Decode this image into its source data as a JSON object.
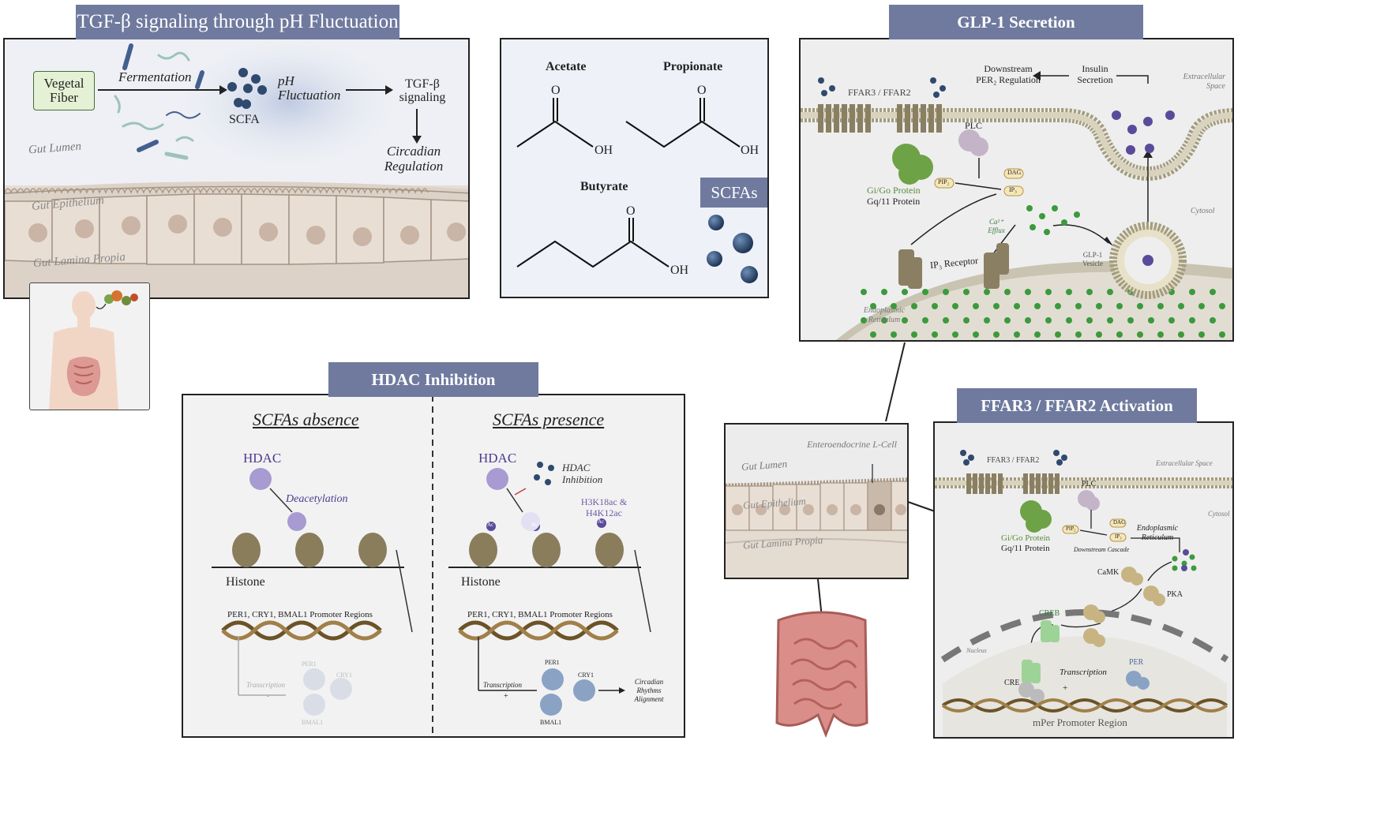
{
  "tgf": {
    "title": "TGF-β signaling through pH Fluctuation",
    "fiber": "Vegetal Fiber",
    "fermentation": "Fermentation",
    "scfa": "SCFA",
    "ph": "pH Fluctuation",
    "tgf_sig": "TGF-β signaling",
    "circadian": "Circadian Regulation",
    "lumen": "Gut Lumen",
    "epithelium": "Gut Epithelium",
    "lamina": "Gut Lamina Propia"
  },
  "scfas": {
    "acetate": "Acetate",
    "propionate": "Propionate",
    "butyrate": "Butyrate",
    "o": "O",
    "oh": "OH",
    "badge": "SCFAs"
  },
  "glp1": {
    "title": "GLP-1 Secretion",
    "ffar": "FFAR3 / FFAR2",
    "downstream": "Downstream PER₂ Regulation",
    "insulin": "Insulin Secretion",
    "extracellular": "Extracellular Space",
    "plc": "PLC",
    "dag": "DAG",
    "pip2": "PIP₂",
    "ip3": "IP₃",
    "gi": "Gi/Go Protein",
    "gq": "Gq/11 Protein",
    "ca": "Ca²⁺ Efflux",
    "cytosol": "Cytosol",
    "ip3r": "IP₃ Receptor",
    "vesicle": "GLP-1 Vesicle",
    "er": "Endoplasmic Reticulum"
  },
  "hdac": {
    "title": "HDAC Inhibition",
    "absence": "SCFAs absence",
    "presence": "SCFAs presence",
    "hdac": "HDAC",
    "deacetylation": "Deacetylation",
    "inhibition": "HDAC Inhibition",
    "h3": "H3K18ac & H4K12ac",
    "histone": "Histone",
    "promoter": "PER1, CRY1, BMAL1 Promoter Regions",
    "transcription": "Transcription",
    "minus": "-",
    "plus": "+",
    "per1": "PER1",
    "cry1": "CRY1",
    "bmal1": "BMAL1",
    "ac": "Ac",
    "alignment": "Circadian Rhythms Alignment"
  },
  "lcell": {
    "lumen": "Gut Lumen",
    "l_cell": "Enteroendocrine L-Cell",
    "epithelium": "Gut Epithelium",
    "lamina": "Gut Lamina Propia"
  },
  "ffar": {
    "title": "FFAR3 / FFAR2 Activation",
    "ffar": "FFAR3 / FFAR2",
    "extracellular": "Extracellular Space",
    "plc": "PLC",
    "cytosol": "Cytosol",
    "pip2": "PIP₂",
    "dag": "DAG",
    "ip3": "IP₃",
    "er": "Endoplasmic Reticulum",
    "gi": "Gi/Go Protein",
    "gq": "Gq/11 Protein",
    "cascade": "Downstream Cascade",
    "camk": "CaMK",
    "pka": "PKA",
    "creb": "CREB",
    "nucleus": "Nucleus",
    "transcription": "Transcription",
    "per": "PER",
    "cre": "CRE",
    "plus": "+",
    "promoter": "mPer Promoter Region"
  },
  "colors": {
    "tab": "#6f7a9e",
    "scfa_ball": "#2f4a6e",
    "membrane": "#a49d7e",
    "receptor": "#8a7f62",
    "gprotein": "#6ea247",
    "hdac": "#a79bd1",
    "calcium": "#3c9a3c"
  }
}
